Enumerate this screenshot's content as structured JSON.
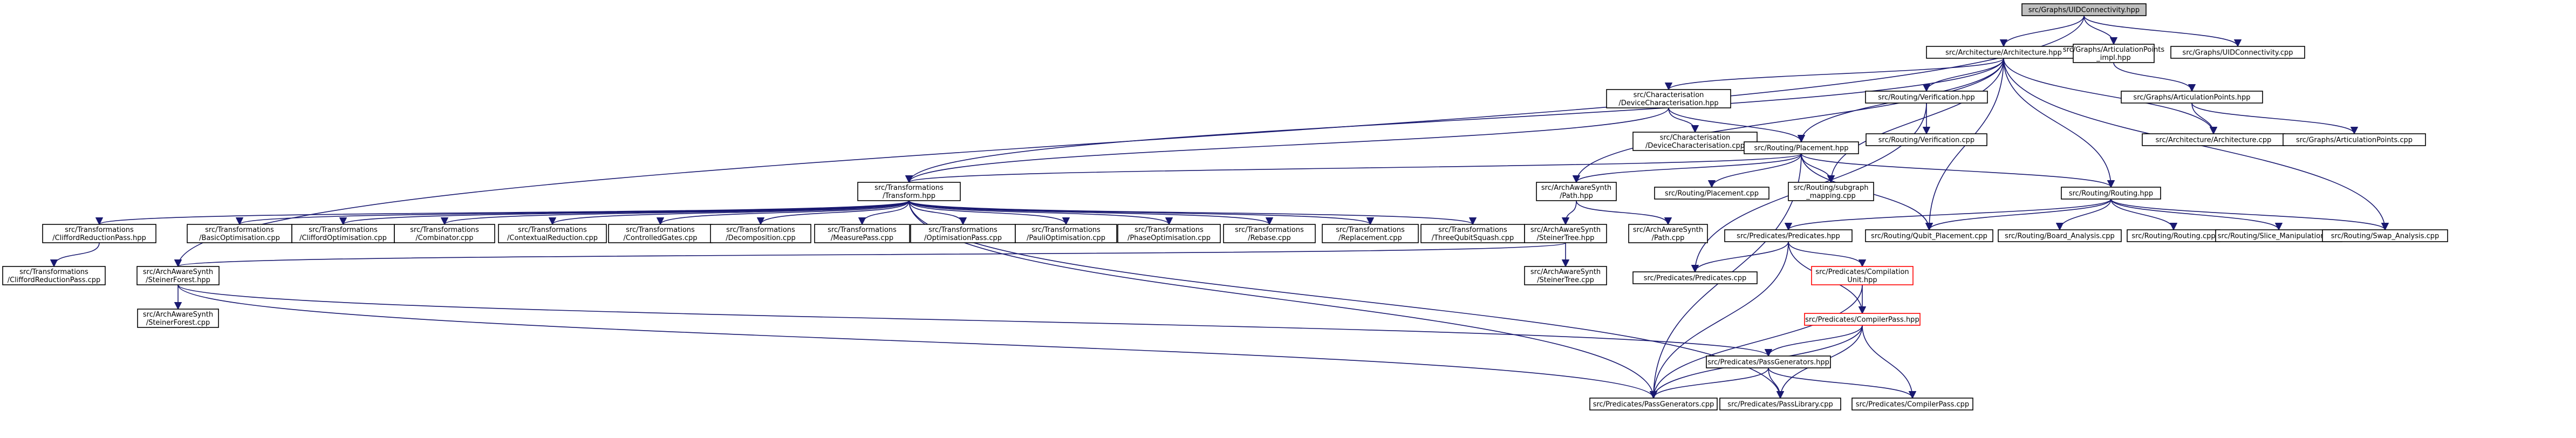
{
  "diagram": {
    "nodes": [
      {
        "id": "root",
        "lines": [
          "src/Graphs/UIDConnectivity.hpp"
        ],
        "style": "root"
      },
      {
        "id": "arch_hpp",
        "lines": [
          "src/Architecture/Architecture.hpp"
        ]
      },
      {
        "id": "artpts_impl",
        "lines": [
          "src/Graphs/ArticulationPoints",
          "_impl.hpp"
        ]
      },
      {
        "id": "uidconn_cpp",
        "lines": [
          "src/Graphs/UIDConnectivity.cpp"
        ]
      },
      {
        "id": "devchar_hpp",
        "lines": [
          "src/Characterisation",
          "/DeviceCharacterisation.hpp"
        ]
      },
      {
        "id": "routver_hpp",
        "lines": [
          "src/Routing/Verification.hpp"
        ]
      },
      {
        "id": "artpts_hpp",
        "lines": [
          "src/Graphs/ArticulationPoints.hpp"
        ]
      },
      {
        "id": "devchar_cpp",
        "lines": [
          "src/Characterisation",
          "/DeviceCharacterisation.cpp"
        ]
      },
      {
        "id": "routver_cpp",
        "lines": [
          "src/Routing/Verification.cpp"
        ]
      },
      {
        "id": "arch_cpp",
        "lines": [
          "src/Architecture/Architecture.cpp"
        ]
      },
      {
        "id": "artpts_cpp",
        "lines": [
          "src/Graphs/ArticulationPoints.cpp"
        ]
      },
      {
        "id": "placement_hpp",
        "lines": [
          "src/Routing/Placement.hpp"
        ]
      },
      {
        "id": "transform_hpp",
        "lines": [
          "src/Transformations",
          "/Transform.hpp"
        ]
      },
      {
        "id": "path_hpp",
        "lines": [
          "src/ArchAwareSynth",
          "/Path.hpp"
        ]
      },
      {
        "id": "placement_cpp",
        "lines": [
          "src/Routing/Placement.cpp"
        ]
      },
      {
        "id": "subgraph_cpp",
        "lines": [
          "src/Routing/subgraph",
          "_mapping.cpp"
        ]
      },
      {
        "id": "routing_hpp",
        "lines": [
          "src/Routing/Routing.hpp"
        ]
      },
      {
        "id": "clifford_hpp",
        "lines": [
          "src/Transformations",
          "/CliffordReductionPass.hpp"
        ]
      },
      {
        "id": "basicopt",
        "lines": [
          "src/Transformations",
          "/BasicOptimisation.cpp"
        ]
      },
      {
        "id": "cliffordopt",
        "lines": [
          "src/Transformations",
          "/CliffordOptimisation.cpp"
        ]
      },
      {
        "id": "combinator",
        "lines": [
          "src/Transformations",
          "/Combinator.cpp"
        ]
      },
      {
        "id": "contextual",
        "lines": [
          "src/Transformations",
          "/ContextualReduction.cpp"
        ]
      },
      {
        "id": "controlled",
        "lines": [
          "src/Transformations",
          "/ControlledGates.cpp"
        ]
      },
      {
        "id": "decomp",
        "lines": [
          "src/Transformations",
          "/Decomposition.cpp"
        ]
      },
      {
        "id": "measure",
        "lines": [
          "src/Transformations",
          "/MeasurePass.cpp"
        ]
      },
      {
        "id": "optpass",
        "lines": [
          "src/Transformations",
          "/OptimisationPass.cpp"
        ]
      },
      {
        "id": "pauliopt",
        "lines": [
          "src/Transformations",
          "/PauliOptimisation.cpp"
        ]
      },
      {
        "id": "phaseopt",
        "lines": [
          "src/Transformations",
          "/PhaseOptimisation.cpp"
        ]
      },
      {
        "id": "rebase",
        "lines": [
          "src/Transformations",
          "/Rebase.cpp"
        ]
      },
      {
        "id": "replacement",
        "lines": [
          "src/Transformations",
          "/Replacement.cpp"
        ]
      },
      {
        "id": "threequbit",
        "lines": [
          "src/Transformations",
          "/ThreeQubitSquash.cpp"
        ]
      },
      {
        "id": "steinertree_hpp",
        "lines": [
          "src/ArchAwareSynth",
          "/SteinerTree.hpp"
        ]
      },
      {
        "id": "path_cpp",
        "lines": [
          "src/ArchAwareSynth",
          "/Path.cpp"
        ]
      },
      {
        "id": "predicates_hpp",
        "lines": [
          "src/Predicates/Predicates.hpp"
        ]
      },
      {
        "id": "qubitplacement",
        "lines": [
          "src/Routing/Qubit_Placement.cpp"
        ]
      },
      {
        "id": "board",
        "lines": [
          "src/Routing/Board_Analysis.cpp"
        ]
      },
      {
        "id": "routing_cpp",
        "lines": [
          "src/Routing/Routing.cpp"
        ]
      },
      {
        "id": "slice",
        "lines": [
          "src/Routing/Slice_Manipulation.cpp"
        ]
      },
      {
        "id": "swap",
        "lines": [
          "src/Routing/Swap_Analysis.cpp"
        ]
      },
      {
        "id": "clifford_cpp",
        "lines": [
          "src/Transformations",
          "/CliffordReductionPass.cpp"
        ]
      },
      {
        "id": "steinerforest_hpp",
        "lines": [
          "src/ArchAwareSynth",
          "/SteinerForest.hpp"
        ]
      },
      {
        "id": "steinertree_cpp",
        "lines": [
          "src/ArchAwareSynth",
          "/SteinerTree.cpp"
        ]
      },
      {
        "id": "predicates_cpp",
        "lines": [
          "src/Predicates/Predicates.cpp"
        ]
      },
      {
        "id": "compunit_hpp",
        "lines": [
          "src/Predicates/Compilation",
          "Unit.hpp"
        ],
        "style": "red"
      },
      {
        "id": "compilerpass_hpp",
        "lines": [
          "src/Predicates/CompilerPass.hpp"
        ],
        "style": "red"
      },
      {
        "id": "steinerforest_cpp",
        "lines": [
          "src/ArchAwareSynth",
          "/SteinerForest.cpp"
        ]
      },
      {
        "id": "passgen_hpp",
        "lines": [
          "src/Predicates/PassGenerators.hpp"
        ]
      },
      {
        "id": "passgen_cpp",
        "lines": [
          "src/Predicates/PassGenerators.cpp"
        ]
      },
      {
        "id": "passlib_cpp",
        "lines": [
          "src/Predicates/PassLibrary.cpp"
        ]
      },
      {
        "id": "compilerpass_cpp",
        "lines": [
          "src/Predicates/CompilerPass.cpp"
        ]
      }
    ],
    "edges": [
      [
        "root",
        "arch_hpp"
      ],
      [
        "root",
        "artpts_impl"
      ],
      [
        "root",
        "uidconn_cpp"
      ],
      [
        "root",
        "steinerforest_hpp"
      ],
      [
        "arch_hpp",
        "devchar_hpp"
      ],
      [
        "arch_hpp",
        "routver_hpp"
      ],
      [
        "arch_hpp",
        "placement_hpp"
      ],
      [
        "arch_hpp",
        "transform_hpp"
      ],
      [
        "arch_hpp",
        "path_hpp"
      ],
      [
        "arch_hpp",
        "routing_hpp"
      ],
      [
        "arch_hpp",
        "qubitplacement"
      ],
      [
        "arch_hpp",
        "arch_cpp"
      ],
      [
        "arch_hpp",
        "swap"
      ],
      [
        "arch_hpp",
        "subgraph_cpp"
      ],
      [
        "artpts_impl",
        "artpts_hpp"
      ],
      [
        "artpts_hpp",
        "arch_cpp"
      ],
      [
        "artpts_hpp",
        "artpts_cpp"
      ],
      [
        "devchar_hpp",
        "devchar_cpp"
      ],
      [
        "devchar_hpp",
        "placement_hpp"
      ],
      [
        "devchar_hpp",
        "transform_hpp"
      ],
      [
        "routver_hpp",
        "routver_cpp"
      ],
      [
        "routver_hpp",
        "predicates_cpp"
      ],
      [
        "placement_hpp",
        "path_hpp"
      ],
      [
        "placement_hpp",
        "placement_cpp"
      ],
      [
        "placement_hpp",
        "subgraph_cpp"
      ],
      [
        "placement_hpp",
        "routing_hpp"
      ],
      [
        "placement_hpp",
        "qubitplacement"
      ],
      [
        "placement_hpp",
        "passgen_cpp"
      ],
      [
        "placement_hpp",
        "transform_hpp"
      ],
      [
        "transform_hpp",
        "clifford_hpp"
      ],
      [
        "transform_hpp",
        "basicopt"
      ],
      [
        "transform_hpp",
        "cliffordopt"
      ],
      [
        "transform_hpp",
        "combinator"
      ],
      [
        "transform_hpp",
        "contextual"
      ],
      [
        "transform_hpp",
        "controlled"
      ],
      [
        "transform_hpp",
        "decomp"
      ],
      [
        "transform_hpp",
        "measure"
      ],
      [
        "transform_hpp",
        "optpass"
      ],
      [
        "transform_hpp",
        "pauliopt"
      ],
      [
        "transform_hpp",
        "phaseopt"
      ],
      [
        "transform_hpp",
        "rebase"
      ],
      [
        "transform_hpp",
        "replacement"
      ],
      [
        "transform_hpp",
        "threequbit"
      ],
      [
        "transform_hpp",
        "passgen_cpp"
      ],
      [
        "transform_hpp",
        "passlib_cpp"
      ],
      [
        "path_hpp",
        "steinertree_hpp"
      ],
      [
        "path_hpp",
        "path_cpp"
      ],
      [
        "routing_hpp",
        "predicates_hpp"
      ],
      [
        "routing_hpp",
        "qubitplacement"
      ],
      [
        "routing_hpp",
        "board"
      ],
      [
        "routing_hpp",
        "routing_cpp"
      ],
      [
        "routing_hpp",
        "slice"
      ],
      [
        "routing_hpp",
        "swap"
      ],
      [
        "clifford_hpp",
        "clifford_cpp"
      ],
      [
        "steinertree_hpp",
        "steinerforest_hpp"
      ],
      [
        "steinertree_hpp",
        "steinertree_cpp"
      ],
      [
        "steinerforest_hpp",
        "steinerforest_cpp"
      ],
      [
        "steinerforest_hpp",
        "passgen_hpp"
      ],
      [
        "steinerforest_hpp",
        "passgen_cpp"
      ],
      [
        "predicates_hpp",
        "predicates_cpp"
      ],
      [
        "predicates_hpp",
        "compunit_hpp"
      ],
      [
        "predicates_hpp",
        "compilerpass_hpp"
      ],
      [
        "predicates_hpp",
        "passgen_cpp"
      ],
      [
        "compunit_hpp",
        "compilerpass_hpp"
      ],
      [
        "compunit_hpp",
        "passgen_cpp"
      ],
      [
        "compilerpass_hpp",
        "passgen_hpp"
      ],
      [
        "compilerpass_hpp",
        "passgen_cpp"
      ],
      [
        "compilerpass_hpp",
        "passlib_cpp"
      ],
      [
        "compilerpass_hpp",
        "compilerpass_cpp"
      ],
      [
        "passgen_hpp",
        "passgen_cpp"
      ],
      [
        "passgen_hpp",
        "passlib_cpp"
      ],
      [
        "passgen_hpp",
        "compilerpass_cpp"
      ]
    ]
  }
}
